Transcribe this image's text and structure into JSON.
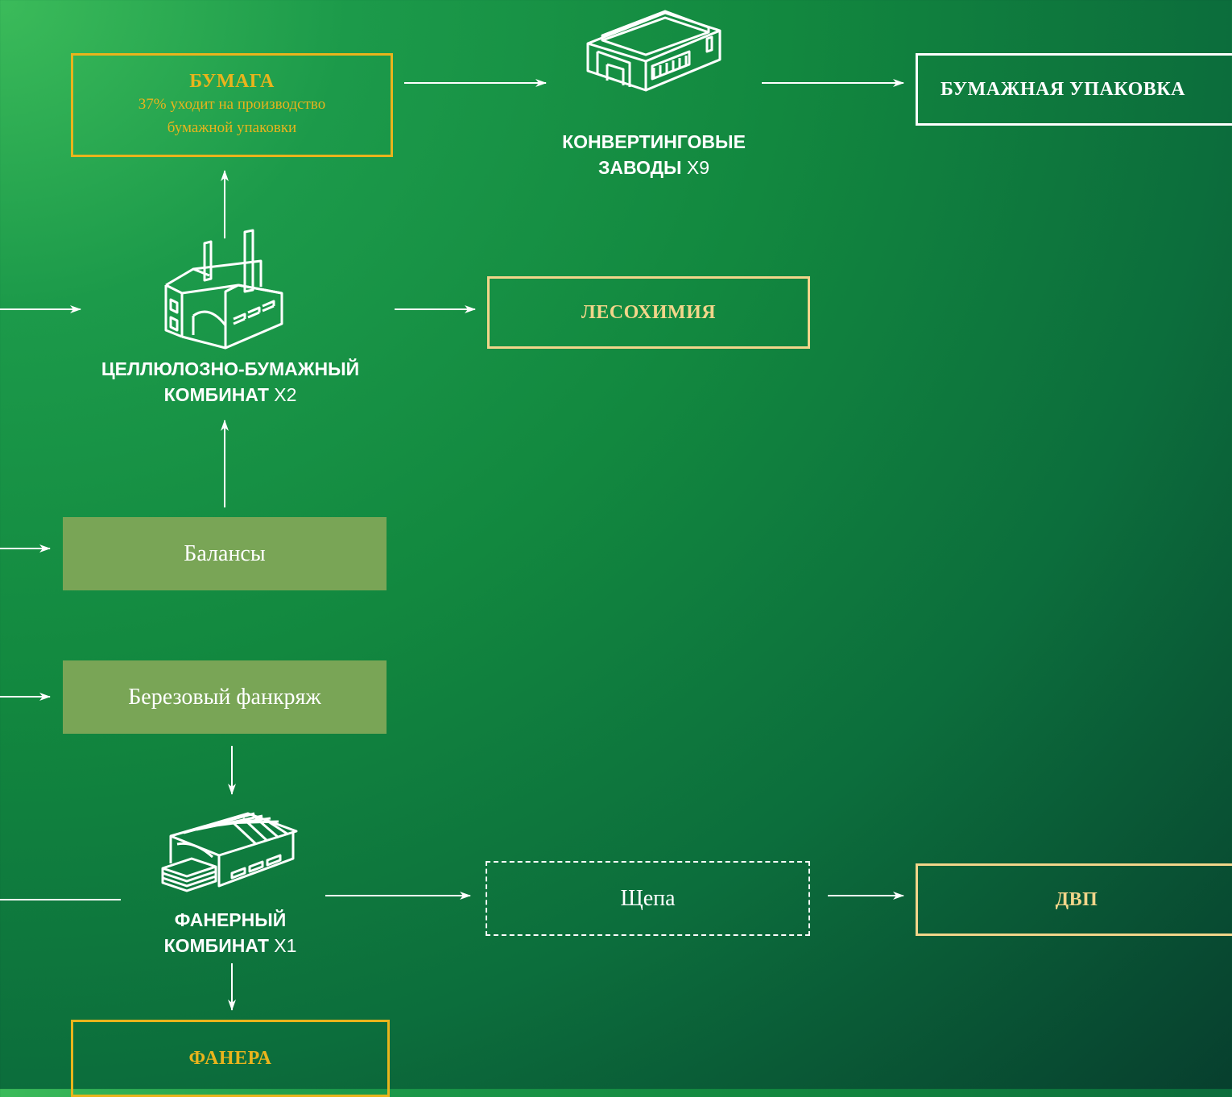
{
  "nodes": {
    "bumaga": {
      "title": "БУМАГА",
      "note_line1": "37% уходит на производство",
      "note_line2": "бумажной упаковки"
    },
    "bumazhnaya_upakovka": {
      "title": "БУМАЖНАЯ УПАКОВКА"
    },
    "lesokhimiya": {
      "title": "ЛЕСОХИМИЯ"
    },
    "balansy": {
      "title": "Балансы"
    },
    "berezovy_fankryazh": {
      "title": "Березовый фанкряж"
    },
    "shchepa": {
      "title": "Щепа"
    },
    "dvp": {
      "title": "ДВП"
    },
    "fanera": {
      "title": "ФАНЕРА"
    }
  },
  "plants": {
    "converting": {
      "name_line1": "КОНВЕРТИНГОВЫЕ",
      "name_line2": "ЗАВОДЫ",
      "multiplier": "X9",
      "icon": "warehouse-icon"
    },
    "pulp_mill": {
      "name_line1": "ЦЕЛЛЮЛОЗНО-БУМАЖНЫЙ",
      "name_line2": "КОМБИНАТ",
      "multiplier": "X2",
      "icon": "factory-icon"
    },
    "plywood_mill": {
      "name_line1": "ФАНЕРНЫЙ",
      "name_line2": "КОМБИНАТ",
      "multiplier": "X1",
      "icon": "plywood-plant-icon"
    }
  },
  "colors": {
    "gold": "#e9b41c",
    "cream": "#f2d58a",
    "fill_green": "#79a556",
    "line": "#ffffff"
  }
}
